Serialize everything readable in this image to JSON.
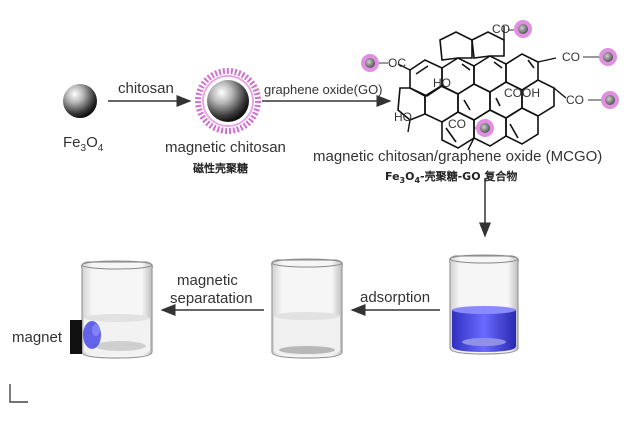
{
  "fe3o4": {
    "base": "Fe",
    "sub1": "3",
    "mid": "O",
    "sub2": "4"
  },
  "arrow1_label": "chitosan",
  "arrow2_label": "graphene oxide(GO)",
  "magnetic_chitosan_label": "magnetic chitosan",
  "magnetic_chitosan_cn": "磁性壳聚糖",
  "mcgo_label": "magnetic chitosan/graphene oxide (MCGO)",
  "mcgo_cn": {
    "fe": "Fe",
    "sub3": "3",
    "o": "O",
    "sub4": "4",
    "rest": "-壳聚糖-GO 复合物"
  },
  "go_groups": {
    "oc_left": "OC",
    "ho_top": "HO",
    "co_top": "CO",
    "co_right": "CO",
    "cooh": "COOH",
    "co_right2": "CO",
    "ho_bottom": "HO",
    "co_bottom": "CO"
  },
  "adsorption_label": "adsorption",
  "magnetic_sep_label1": "magnetic",
  "magnetic_sep_label2": "separatation",
  "magnet_label": "magnet",
  "colors": {
    "halo": "#d070d0",
    "liquid_blue": "#3a3ad8",
    "beaker_grey": "#d8d8d8"
  }
}
